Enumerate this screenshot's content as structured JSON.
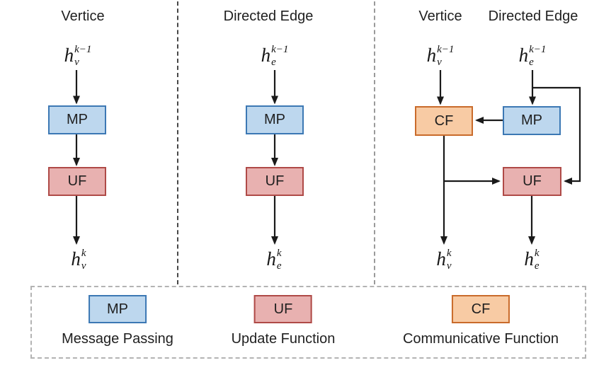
{
  "colors": {
    "mp_fill": "#BDD7EE",
    "mp_border": "#3C78B4",
    "uf_fill": "#E8B1B0",
    "uf_border": "#AF4A47",
    "cf_fill": "#F8CBA4",
    "cf_border": "#C96B2B",
    "arrow": "#1A1A1A"
  },
  "panel1": {
    "title": "Vertice",
    "input": {
      "base": "h",
      "sub": "v",
      "sup": "k−1"
    },
    "mp_label": "MP",
    "uf_label": "UF",
    "output": {
      "base": "h",
      "sub": "v",
      "sup": "k"
    }
  },
  "panel2": {
    "title": "Directed Edge",
    "input": {
      "base": "h",
      "sub": "e",
      "sup": "k−1"
    },
    "mp_label": "MP",
    "uf_label": "UF",
    "output": {
      "base": "h",
      "sub": "e",
      "sup": "k"
    }
  },
  "panel3": {
    "title_vertice": "Vertice",
    "title_edge": "Directed Edge",
    "input_v": {
      "base": "h",
      "sub": "v",
      "sup": "k−1"
    },
    "input_e": {
      "base": "h",
      "sub": "e",
      "sup": "k−1"
    },
    "cf_label": "CF",
    "mp_label": "MP",
    "uf_label": "UF",
    "output_v": {
      "base": "h",
      "sub": "v",
      "sup": "k"
    },
    "output_e": {
      "base": "h",
      "sub": "e",
      "sup": "k"
    }
  },
  "legend": {
    "items": [
      {
        "box": "MP",
        "label": "Message Passing"
      },
      {
        "box": "UF",
        "label": "Update Function"
      },
      {
        "box": "CF",
        "label": "Communicative Function"
      }
    ]
  }
}
